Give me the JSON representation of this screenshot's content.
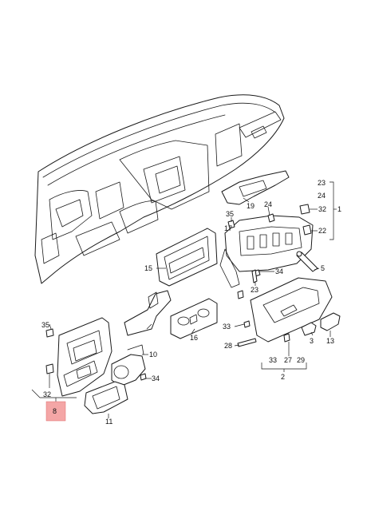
{
  "callouts": {
    "c1": "1",
    "c2": "2",
    "c3": "3",
    "c5": "5",
    "c8": "8",
    "c10": "10",
    "c11": "11",
    "c13": "13",
    "c15": "15",
    "c16": "16",
    "c17": "17",
    "c19": "19",
    "c22": "22",
    "c23_top": "23",
    "c23_mid": "23",
    "c24_top": "24",
    "c24_mid": "24",
    "c27": "27",
    "c28": "28",
    "c29": "29",
    "c32_right": "32",
    "c32_left": "32",
    "c33_left": "33",
    "c33_bottom": "33",
    "c34_mid": "34",
    "c34_low": "34",
    "c35_top": "35",
    "c35_left": "35"
  },
  "highlight_color": "#f4a6a6"
}
